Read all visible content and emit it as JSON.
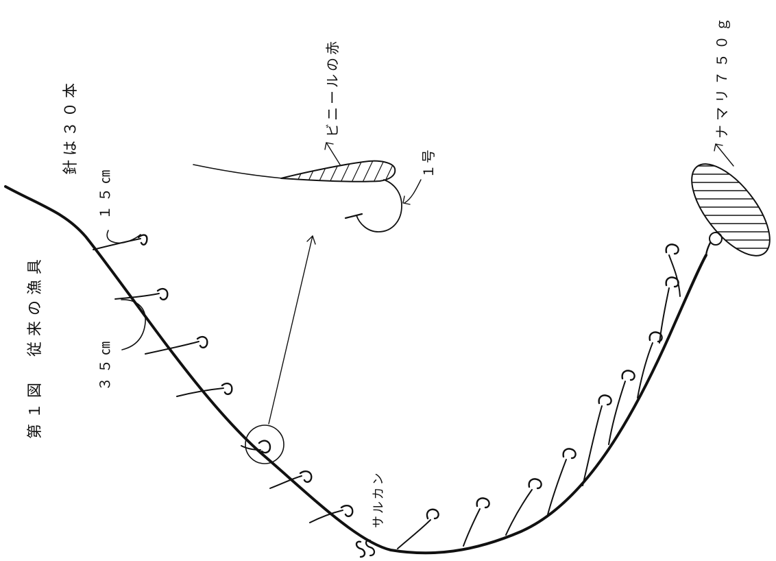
{
  "figure": {
    "title": "第１図　従来の漁具",
    "hook_count": "針は３０本",
    "spacing_short": "１５㎝",
    "spacing_long": "３５㎝",
    "swivel_label": "サルカン",
    "lure_label": "ビニールの赤",
    "hook_size_label": "１号",
    "sinker_label": "ナマリ７５０ｇ"
  },
  "colors": {
    "ink": "#111111",
    "paper": "#ffffff"
  }
}
